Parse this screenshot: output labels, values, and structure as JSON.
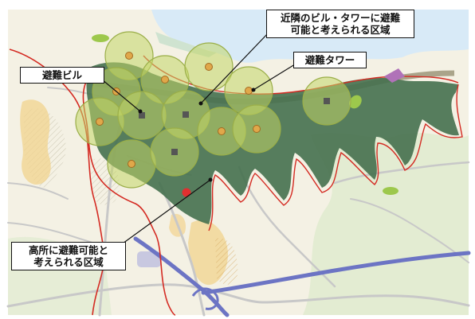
{
  "labels": {
    "nearby_area": "近隣のビル・タワーに避難\n可能と考えられる区域",
    "evac_tower": "避難タワー",
    "evac_building": "避難ビル",
    "high_ground": "高所に避難可能と\n考えられる区域"
  },
  "colors": {
    "sea": "#d8eaf7",
    "land": "#f4f1e4",
    "greenery": "#e3ecd2",
    "hazard_line": "#d42a22",
    "road": "#c8c8c8",
    "highway": "#6c74c4",
    "high_ground_area": "#45704e",
    "circle_fill": "#c2d666",
    "circle_stroke": "#9aae48",
    "tower_marker": "#e0a84a",
    "building_marker": "#555555",
    "yellow_zone": "#f2d38e"
  }
}
